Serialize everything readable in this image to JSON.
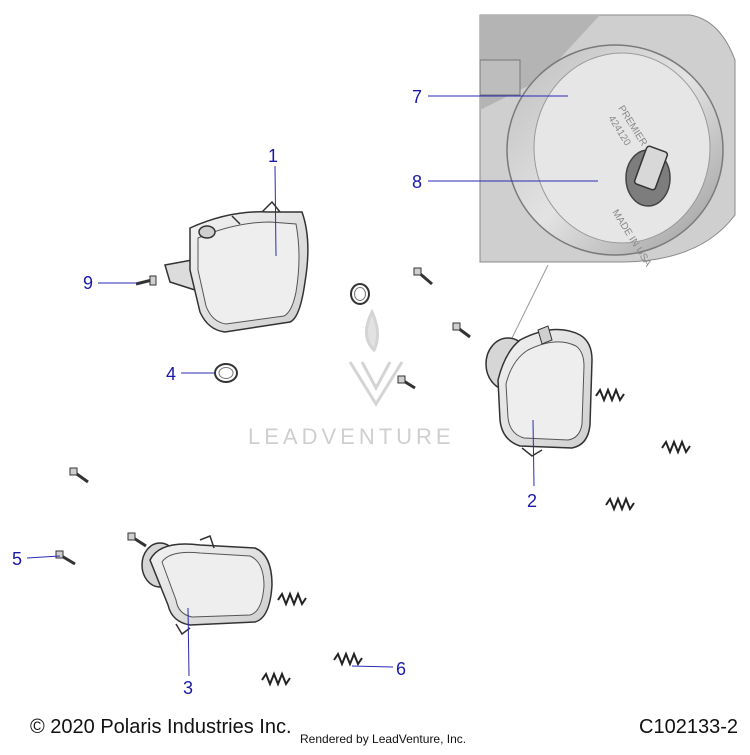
{
  "callouts": {
    "c1": "1",
    "c2": "2",
    "c3": "3",
    "c4": "4",
    "c5": "5",
    "c6": "6",
    "c7": "7",
    "c8": "8",
    "c9": "9"
  },
  "detail_text": {
    "line1": "PREMIER",
    "line2": "424120",
    "line3": "MADE IN USA"
  },
  "watermark": "LEADVENTURE",
  "footer": {
    "copyright": "© 2020 Polaris Industries Inc.",
    "rendered_by": "Rendered by LeadVenture, Inc.",
    "diagram_id": "C102133-2"
  },
  "colors": {
    "callout": "#1a1aa8",
    "leader": "#2a2ab5",
    "part_stroke": "#333333",
    "part_fill": "#e9e9e9",
    "detail_fill": "#d6d6d6"
  }
}
